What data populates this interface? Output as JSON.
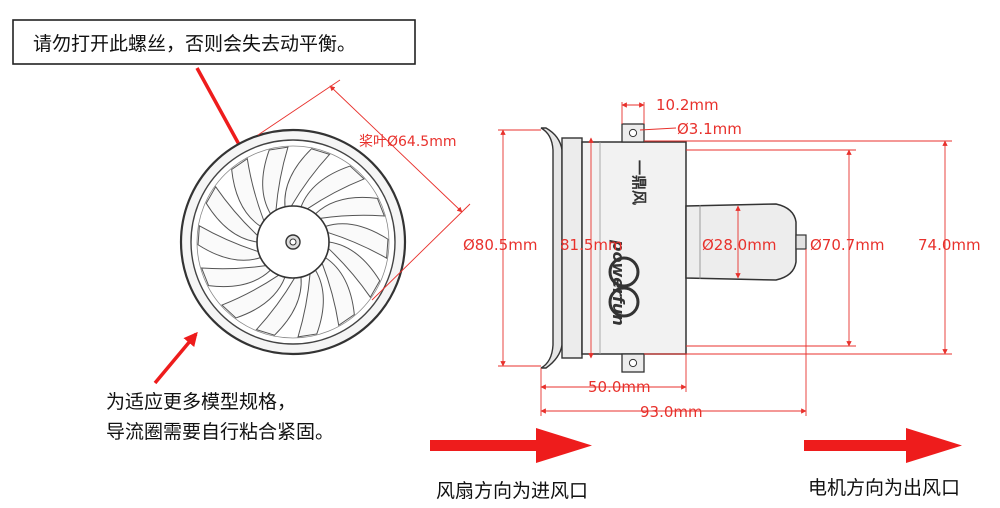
{
  "warning_box": {
    "text": "请勿打开此螺丝，否则会失去动平衡。"
  },
  "note": {
    "line1": "为适应更多模型规格，",
    "line2": "导流圈需要自行粘合紧固。"
  },
  "dimensions": {
    "blade_diameter": "桨叶Ø64.5mm",
    "duct_outer": "Ø80.5mm",
    "duct_inner": "81.5mm",
    "mount_width": "10.2mm",
    "mount_hole": "Ø3.1mm",
    "motor_diameter": "Ø28.0mm",
    "body_diameter": "Ø70.7mm",
    "total_height": "74.0mm",
    "body_length": "50.0mm",
    "total_length": "93.0mm"
  },
  "branding": {
    "brand": "powerfun",
    "brand_cn": "一鼎风"
  },
  "flow": {
    "inlet": "风扇方向为进风口",
    "outlet": "电机方向为出风口"
  },
  "colors": {
    "dimension": "#e8312c",
    "arrow": "#ee1c1c",
    "outline": "#333333",
    "fill": "#eeeeee"
  }
}
